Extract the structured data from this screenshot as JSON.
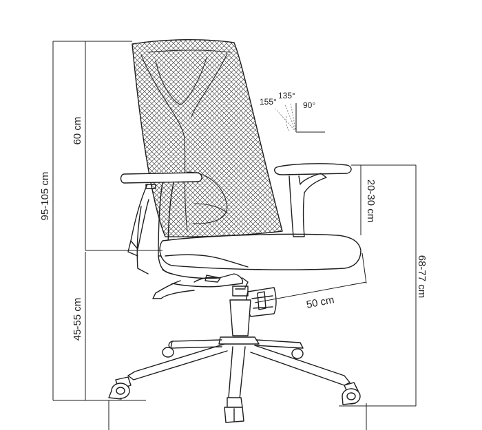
{
  "diagram": {
    "dimensions": {
      "total_height": "95-105 cm",
      "backrest_height": "60 cm",
      "seat_height": "45-55 cm",
      "armrest_height": "20-30 cm",
      "seat_depth": "50 cm",
      "armrest_floor_height": "68-77 cm"
    },
    "recline_angles": {
      "angle_a": "155°",
      "angle_b": "135°",
      "angle_c": "90°"
    },
    "colors": {
      "line": "#1e1e1e",
      "mesh": "#4a4a4a",
      "text": "#222222",
      "dashed": "#777777"
    }
  }
}
